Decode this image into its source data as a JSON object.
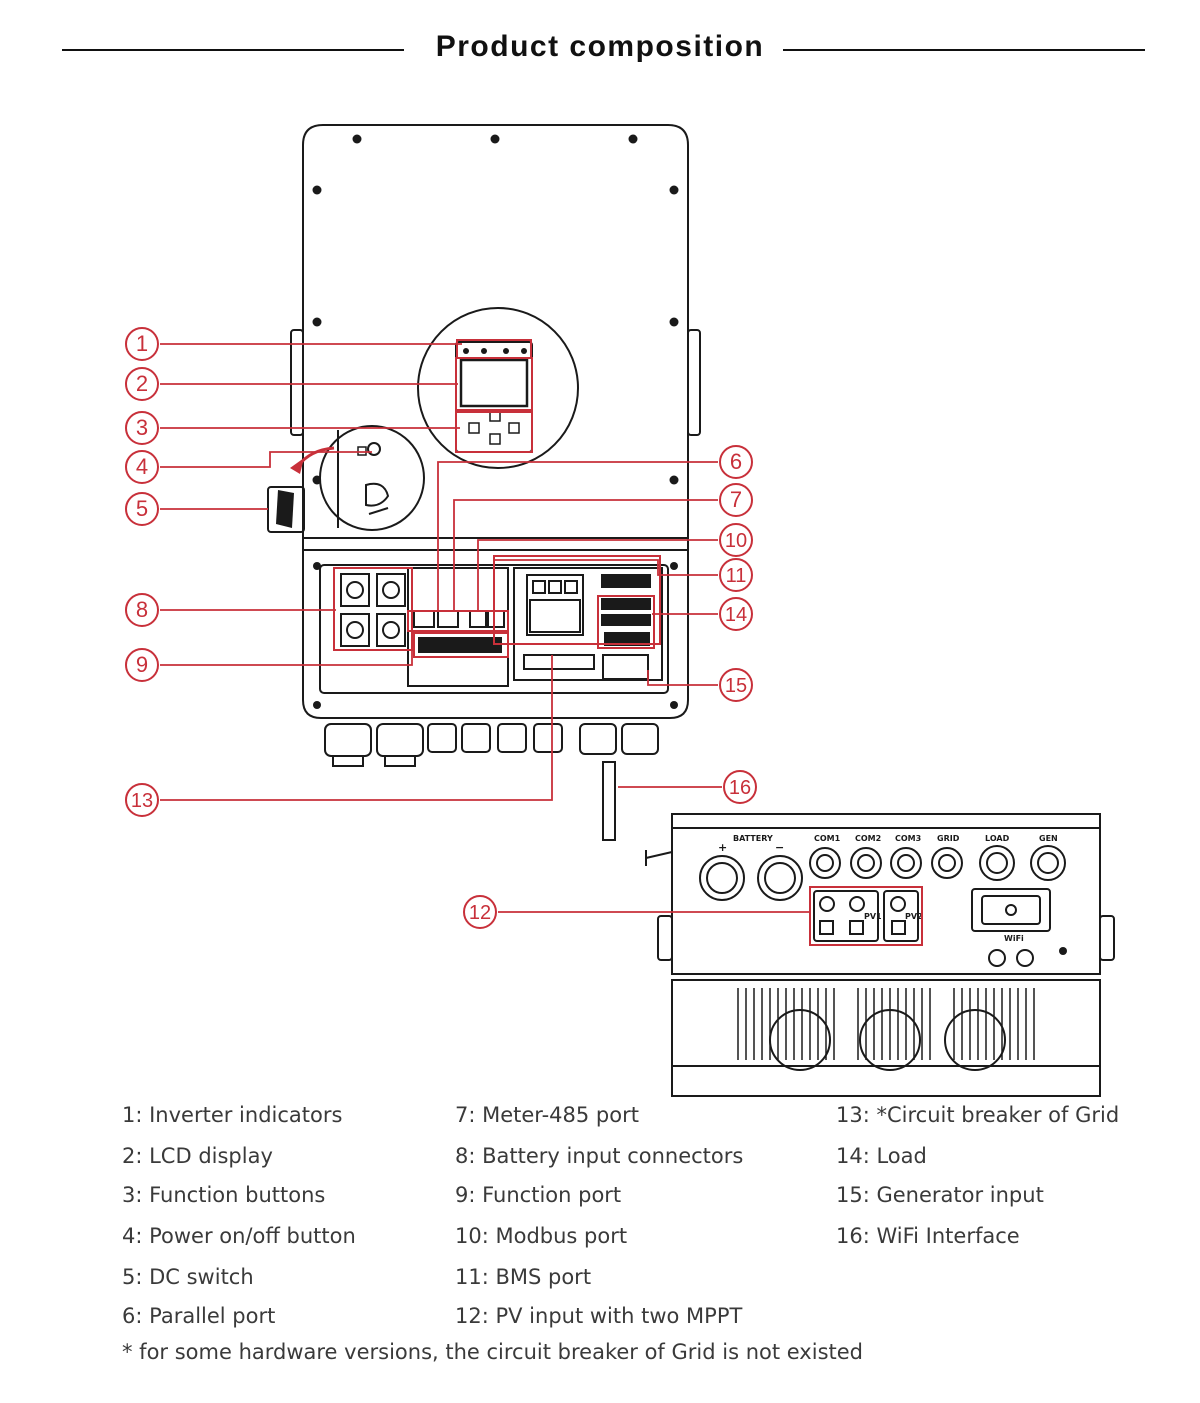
{
  "header": {
    "title": "Product composition"
  },
  "callouts": [
    "1",
    "2",
    "3",
    "4",
    "5",
    "6",
    "7",
    "10",
    "11",
    "14",
    "8",
    "9",
    "15",
    "13",
    "16",
    "12"
  ],
  "port_labels": {
    "battery": "BATTERY",
    "plus": "+",
    "minus": "−",
    "com1": "COM1",
    "com2": "COM2",
    "com3": "COM3",
    "grid": "GRID",
    "load": "LOAD",
    "gen": "GEN",
    "pv1": "PV1",
    "pv2": "PV2",
    "wifi": "WiFi"
  },
  "legend": {
    "col1": [
      "1: Inverter indicators",
      "2: LCD display",
      "3: Function buttons",
      "4: Power on/off button",
      "5: DC switch",
      "6: Parallel port"
    ],
    "col2": [
      "7: Meter-485 port",
      "8: Battery input connectors",
      "9: Function port",
      "10: Modbus port",
      "11: BMS port",
      "12: PV input with two MPPT"
    ],
    "col3": [
      "13: *Circuit breaker of Grid",
      "14: Load",
      "15: Generator input",
      "16: WiFi Interface"
    ]
  },
  "note": "* for some hardware versions, the circuit breaker of Grid is not existed",
  "colors": {
    "accent": "#c8303a",
    "line": "#1a1a1a",
    "text": "#3a3a3a"
  }
}
